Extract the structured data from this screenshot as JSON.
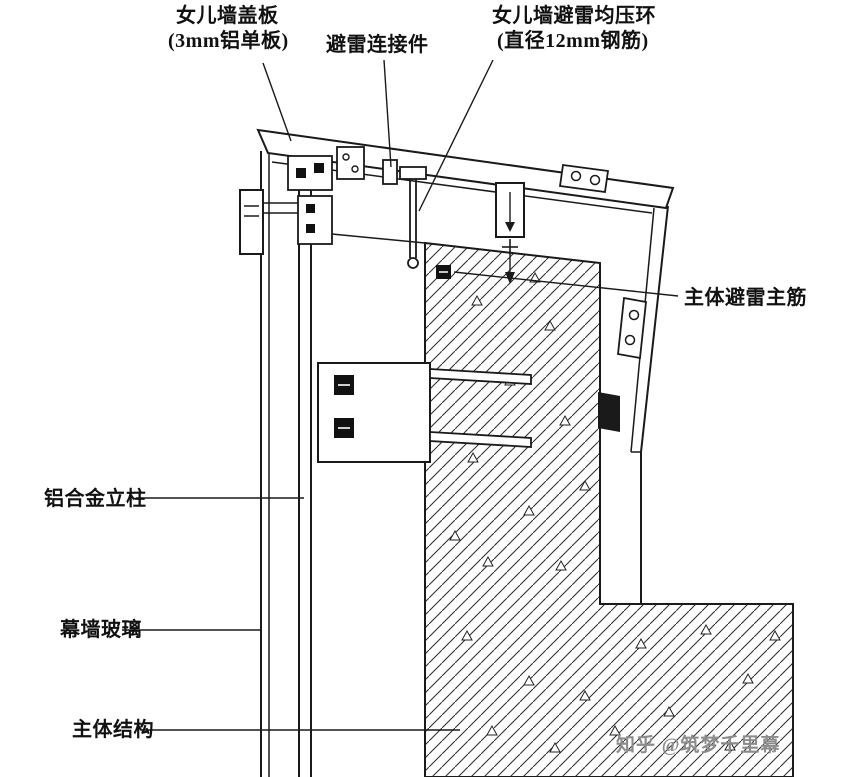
{
  "labels": {
    "cap_plate": {
      "line1": "女儿墙盖板",
      "line2": "(3mm铝单板)"
    },
    "connector": "避雷连接件",
    "ring": {
      "line1": "女儿墙避雷均压环",
      "line2": "(直径12mm钢筋)"
    },
    "main_rebar": "主体避雷主筋",
    "mullion": "铝合金立柱",
    "glass": "幕墙玻璃",
    "structure": "主体结构"
  },
  "watermark": "知乎 @筑梦千里幕",
  "colors": {
    "line": "#1a1a1a",
    "background": "#ffffff",
    "watermark": "#8c8c8c"
  }
}
